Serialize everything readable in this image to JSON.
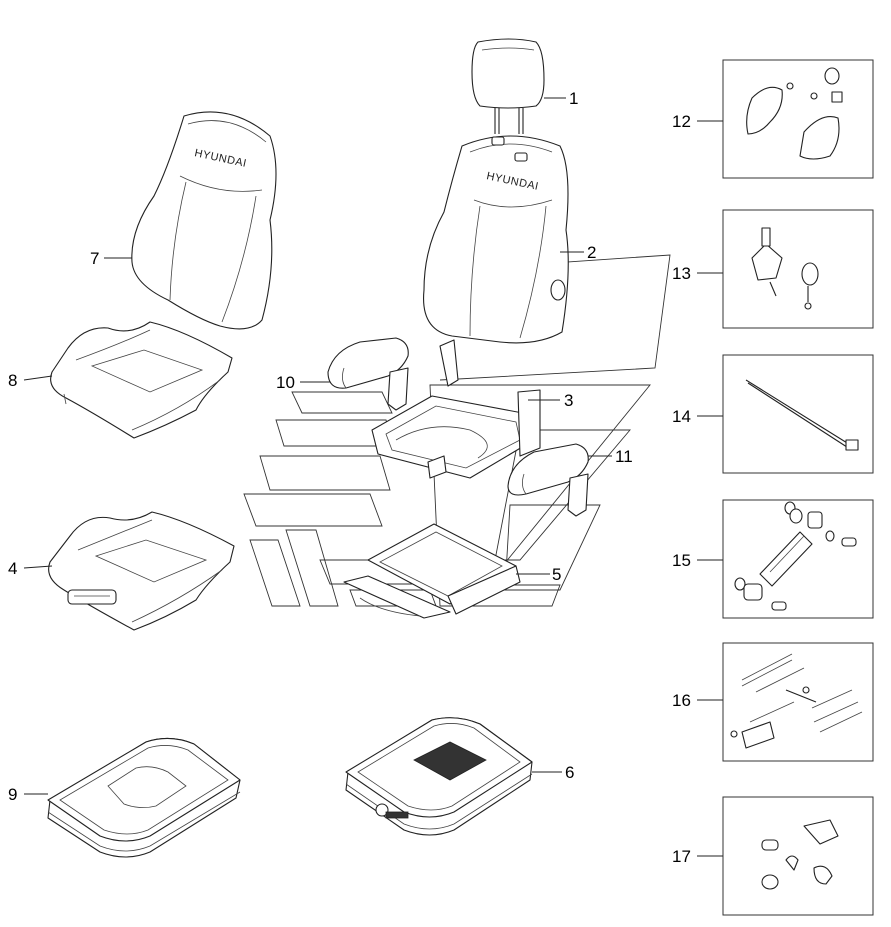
{
  "brand_text": "HYUNDAI",
  "callouts": [
    {
      "id": "1",
      "label": "1"
    },
    {
      "id": "2",
      "label": "2"
    },
    {
      "id": "3",
      "label": "3"
    },
    {
      "id": "4",
      "label": "4"
    },
    {
      "id": "5",
      "label": "5"
    },
    {
      "id": "6",
      "label": "6"
    },
    {
      "id": "7",
      "label": "7"
    },
    {
      "id": "8",
      "label": "8"
    },
    {
      "id": "9",
      "label": "9"
    },
    {
      "id": "10",
      "label": "10"
    },
    {
      "id": "11",
      "label": "11"
    },
    {
      "id": "12",
      "label": "12"
    },
    {
      "id": "13",
      "label": "13"
    },
    {
      "id": "14",
      "label": "14"
    },
    {
      "id": "15",
      "label": "15"
    },
    {
      "id": "16",
      "label": "16"
    },
    {
      "id": "17",
      "label": "17"
    }
  ]
}
